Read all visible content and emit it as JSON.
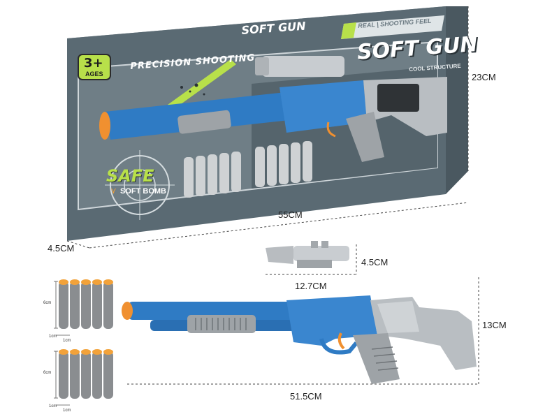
{
  "box": {
    "age_badge_main": "3+",
    "age_badge_sub": "AGES",
    "tagline": "PRECISION SHOOTING",
    "brand_top": "SOFT GUN",
    "banner": "REAL | SHOOTING FEEL",
    "brand_main": "SOFT GUN",
    "brand_sub": "COOL STRUCTURE",
    "safe_label": "SAFE",
    "soft_bomb_label": "SOFT BOMB"
  },
  "dimensions": {
    "box_height": "23CM",
    "box_length": "55CM",
    "box_depth": "4.5CM",
    "scope_height": "4.5CM",
    "scope_length": "12.7CM",
    "gun_height": "13CM",
    "gun_length": "51.5CM"
  },
  "darts": {
    "set_a": {
      "height_label": "6cm",
      "dia_label_1": "1cm",
      "dia_label_2": "1cm"
    },
    "set_b": {
      "height_label": "6cm",
      "dia_label_1": "1cm",
      "dia_label_2": "1cm"
    }
  },
  "colors": {
    "box_slate": "#5a6a73",
    "box_dark": "#3e4c55",
    "lime_accent": "#b8e04a",
    "gun_blue": "#2f7bc4",
    "gun_grey": "#9ea3a7",
    "dart_grey": "#8a8d90",
    "dart_tip_orange": "#f2a23a",
    "muzzle_orange": "#f09030"
  }
}
